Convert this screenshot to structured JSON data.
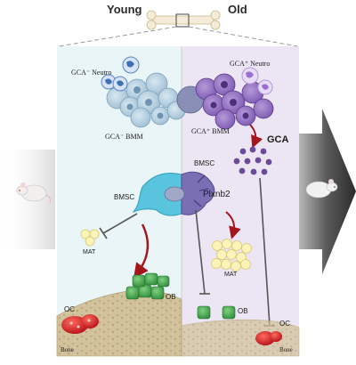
{
  "header": {
    "young": "Young",
    "old": "Old"
  },
  "young": {
    "gca_neutro": "GCA⁻ Neutro",
    "gca_bmm": "GCA⁻ BMM",
    "bmsc": "BMSC",
    "mat": "MAT",
    "oc": "OC",
    "ob": "OB",
    "bone": "Bone"
  },
  "old": {
    "gca_neutro": "GCA⁺ Neutro",
    "gca_bmm": "GCA⁺ BMM",
    "bmsc": "BMSC",
    "gca": "GCA",
    "receptor": "Plxnb2",
    "mat": "MAT",
    "ob": "OB",
    "oc": "OC",
    "bone": "Bone"
  },
  "colors": {
    "young_bg": "#e9f5f6",
    "old_bg": "#ece6f4",
    "young_cells": "#a9c9dc",
    "old_cells": "#9a78c8",
    "neutrophil_young": "#5b86c6",
    "neutrophil_old": "#b795dd",
    "gca_dots": "#6b4a9c",
    "arrow_red": "#a5141c",
    "ob_green": "#4caf50",
    "oc_red": "#d8242a",
    "mat_yellow": "#fbf3b8",
    "bone_tan": "#cdb88e"
  },
  "icons": [
    "bone-icon",
    "mouse-young-icon",
    "mouse-old-icon",
    "age-arrow-icon"
  ]
}
